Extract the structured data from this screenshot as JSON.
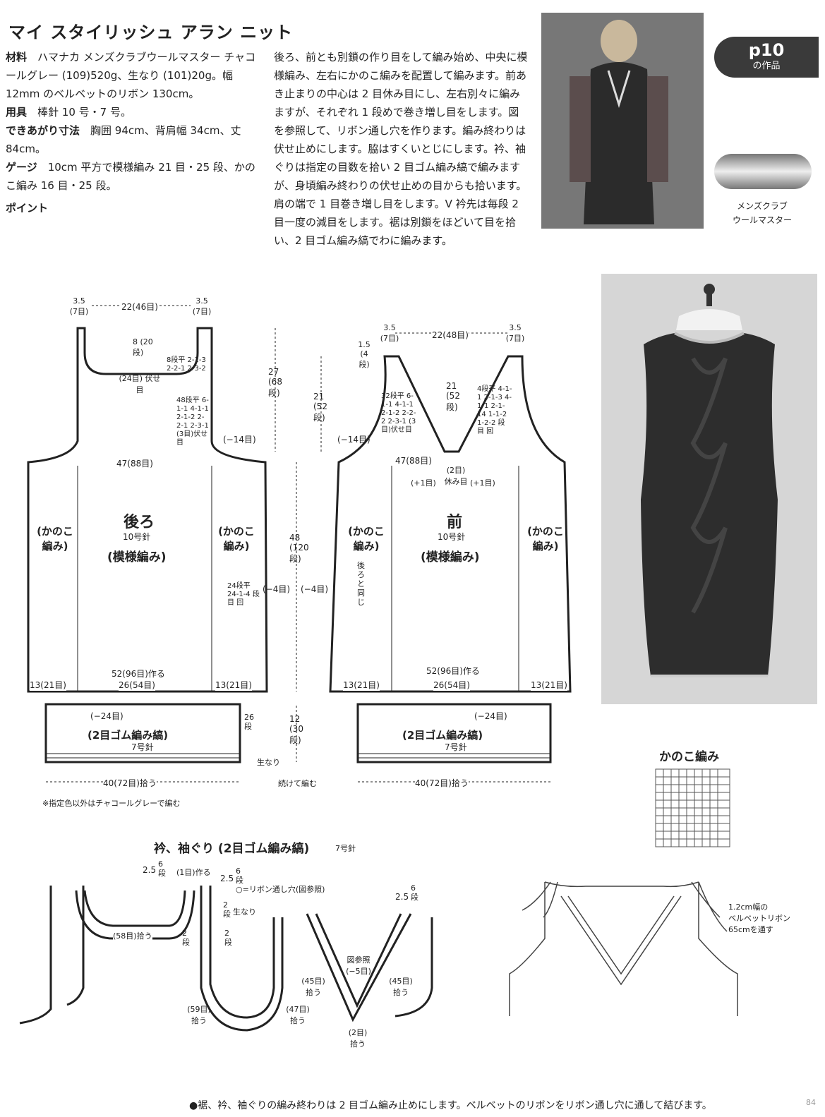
{
  "title": "マイ スタイリッシュ アラン ニット",
  "badge": {
    "page": "p10",
    "sub": "の作品"
  },
  "text": {
    "materials_label": "材料",
    "materials": "ハマナカ メンズクラブウールマスター チャコールグレー (109)520g、生なり (101)20g。幅 12mm のベルベットのリボン 130cm。",
    "tools_label": "用具",
    "tools": "棒針 10 号・7 号。",
    "size_label": "できあがり寸法",
    "size": "胸囲 94cm、背肩幅 34cm、丈 84cm。",
    "gauge_label": "ゲージ",
    "gauge": "10cm 平方で模様編み 21 目・25 段、かのこ編み 16 目・25 段。",
    "point_label": "ポイント",
    "point": "後ろ、前とも別鎖の作り目をして編み始め、中央に模様編み、左右にかのこ編みを配置して編みます。前あき止まりの中心は 2 目休み目にし、左右別々に編みますが、それぞれ 1 段めで巻き増し目をします。図を参照して、リボン通し穴を作ります。編み終わりは伏せ止めにします。脇はすくいとじにします。衿、袖ぐりは指定の目数を拾い 2 目ゴム編み縞で編みますが、身頃編み終わりの伏せ止めの目からも拾います。肩の端で 1 目巻き増し目をします。V 衿先は毎段 2 目一度の減目をします。裾は別鎖をほどいて目を拾い、2 目ゴム編み縞でわに編みます。"
  },
  "yarn_caption": [
    "メンズクラブ",
    "ウールマスター"
  ],
  "back": {
    "label": "後ろ",
    "needle": "10号針",
    "pattern": "(模様編み)",
    "side": "(かのこ 編み)",
    "top_w": "22(46目)",
    "shoulder": "3.5 (7目)",
    "neck_drop": "8 (20段)",
    "bind": "(24目) 伏せ目",
    "width": "47(88目)",
    "cast": "52(96目)作る",
    "center": "26(54目)",
    "sides": "13(21目)",
    "shape": "8段平 2-1-3 2-2-1 2-3-2",
    "arm": "48段平 6-1-1 4-1-1 2-1-2 2-2-1 2-3-1 (3目)伏せ目",
    "dec": "24段平 24-1-4 段 目 回",
    "minus": "(−14目)",
    "minus4": "(−4目)",
    "arm_h": "27 (68段)"
  },
  "front": {
    "label": "前",
    "needle": "10号針",
    "pattern": "(模様編み)",
    "side": "(かのこ 編み)",
    "top_w": "22(48目)",
    "shoulder": "3.5 (7目)",
    "v_h": "21 (52段)",
    "width": "47(88目)",
    "rest": "(2目) 休み目",
    "plus": "(+1目)",
    "same": "後ろと同じ",
    "cast": "52(96目)作る",
    "center": "26(54目)",
    "sides": "13(21目)",
    "vshape_l": "32段平 6-1-1 4-1-1 2-1-2 2-2-2 2-3-1 (3目)伏せ目",
    "vshape_r": "4段平 4-1-1 2-1-3 4-1-1 2-1-14 1-1-2 1-2-2 段 目 回",
    "minus": "(−14目)",
    "body_h": "48 (120段)",
    "shoulder_h": "1.5 (4段)"
  },
  "rib": {
    "label": "(2目ゴム編み縞)",
    "needle": "7号針",
    "minus": "(−24目)",
    "pick": "40(72目)拾う",
    "rows": "26 段",
    "h": "12 (30段)",
    "white": "生なり",
    "cont": "続けて編む"
  },
  "note": "※指定色以外はチャコールグレーで編む",
  "kanoko": {
    "title": "かのこ編み"
  },
  "collar": {
    "title": "衿、袖ぐり (2目ゴム編み縞)",
    "needle": "7号針",
    "cast1": "(1目)作る",
    "pick58": "(58目)拾う",
    "pick59": "(59目) 拾う",
    "pick47": "(47目) 拾う",
    "pick45": "(45目) 拾う",
    "pick2": "(2目) 拾う",
    "ref": "図参照 (−5目)",
    "hole": "○=リボン通し穴(図参照)",
    "w25": "2.5",
    "rows6": "6 段",
    "rows2": "2 段",
    "white": "生なり"
  },
  "ribbon": [
    "1.2cm幅の",
    "ベルベットリボン",
    "65cmを通す"
  ],
  "bottom_note": "●裾、衿、袖ぐりの編み終わりは 2 目ゴム編み止めにします。ベルベットのリボンをリボン通し穴に通して結びます。",
  "page_num": "84"
}
